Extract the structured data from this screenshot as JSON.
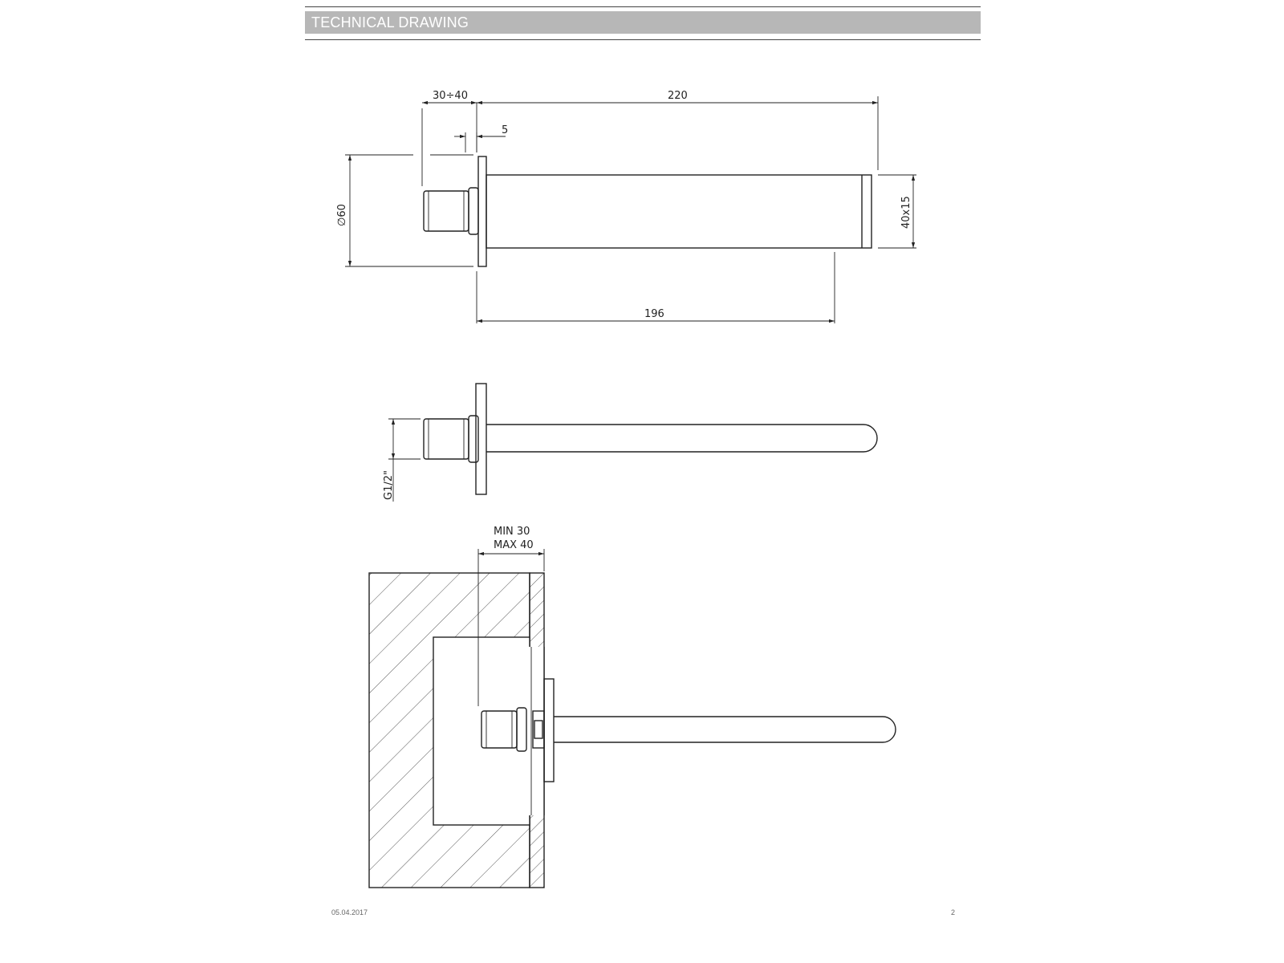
{
  "header": {
    "title": "TECHNICAL DRAWING"
  },
  "dimensions": {
    "wall_depth": "30÷40",
    "length_total": "220",
    "plate_thickness": "5",
    "plate_diameter": "∅60",
    "spout_section": "40x15",
    "length_spout": "196",
    "thread": "G1/2\"",
    "install_min": "MIN 30",
    "install_max": "MAX 40"
  },
  "footer": {
    "date": "05.04.2017",
    "page": "2"
  },
  "colors": {
    "header_bar": "#b7b7b7",
    "header_text": "#ffffff",
    "line": "#222222"
  }
}
